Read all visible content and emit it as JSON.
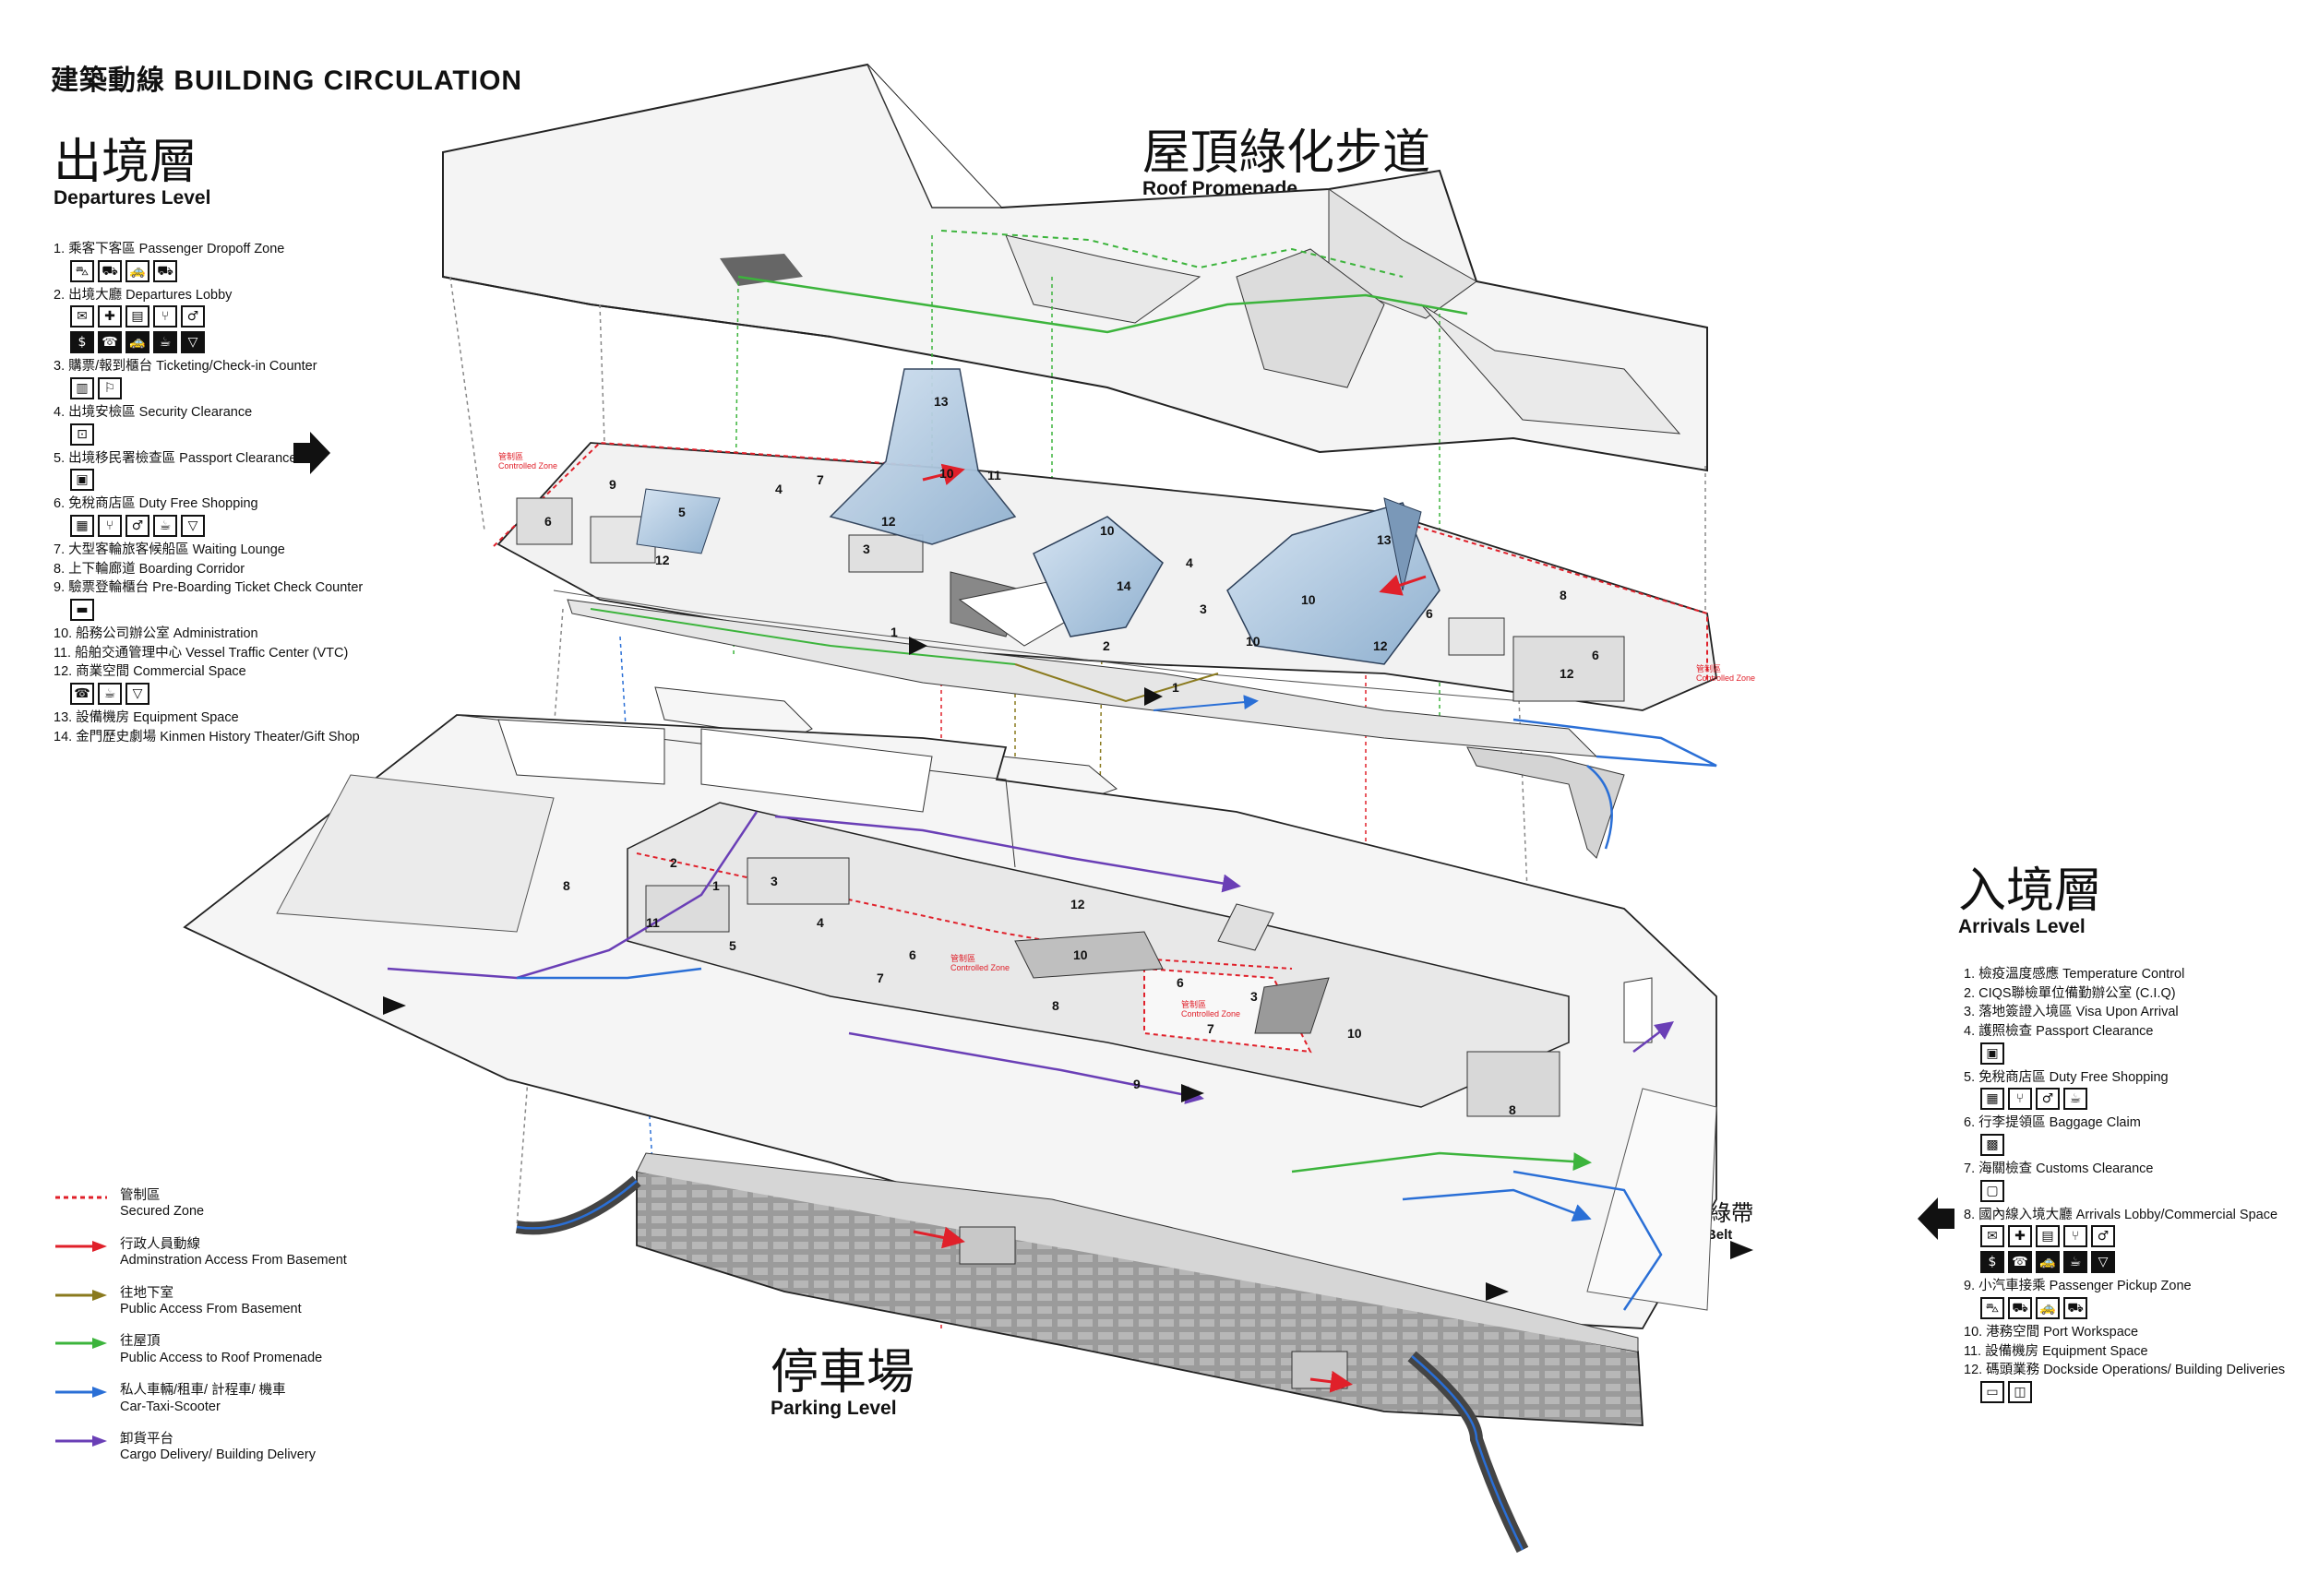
{
  "title": "建築動線 BUILDING CIRCULATION",
  "departures": {
    "cn": "出境層",
    "en": "Departures Level",
    "items": [
      {
        "label": "1. 乘客下客區  Passenger Dropoff Zone",
        "icons": [
          "car-side-icon",
          "car-icon",
          "taxi-icon",
          "bus-icon"
        ]
      },
      {
        "label": "2. 出境大廳  Departures Lobby",
        "icons": [
          "mail-icon",
          "first-aid-icon",
          "atm-icon",
          "restaurant-icon",
          "restroom-icon",
          "currency-icon",
          "phone-icon",
          "taxi-icon",
          "cafe-icon",
          "bar-icon"
        ]
      },
      {
        "label": "3. 購票/報到櫃台  Ticketing/Check-in Counter",
        "icons": [
          "counter-icon",
          "checkin-icon"
        ]
      },
      {
        "label": "4. 出境安檢區  Security Clearance",
        "icons": [
          "security-icon"
        ]
      },
      {
        "label": "5. 出境移民署檢查區  Passport Clearance",
        "icons": [
          "passport-icon"
        ]
      },
      {
        "label": "6. 免稅商店區  Duty Free Shopping",
        "icons": [
          "shop-icon",
          "restaurant-icon",
          "restroom-icon",
          "cafe-icon",
          "bar-icon"
        ]
      },
      {
        "label": "7. 大型客輪旅客候船區  Waiting Lounge",
        "icons": []
      },
      {
        "label": "8. 上下輪廊道  Boarding Corridor",
        "icons": []
      },
      {
        "label": "9. 驗票登輪櫃台  Pre-Boarding Ticket Check Counter",
        "icons": [
          "ticket-icon"
        ]
      },
      {
        "label": "10. 船務公司辦公室  Administration",
        "icons": []
      },
      {
        "label": "11. 船舶交通管理中心  Vessel Traffic Center (VTC)",
        "icons": []
      },
      {
        "label": "12. 商業空間  Commercial Space",
        "icons": [
          "phone-icon",
          "cafe-icon",
          "bar-icon"
        ]
      },
      {
        "label": "13. 設備機房  Equipment Space",
        "icons": []
      },
      {
        "label": "14. 金門歷史劇場  Kinmen History Theater/Gift Shop",
        "icons": []
      }
    ]
  },
  "roof": {
    "cn": "屋頂綠化步道",
    "en": "Roof Promenade"
  },
  "arrivals": {
    "cn": "入境層",
    "en": "Arrivals Level",
    "items": [
      {
        "label": "1. 檢疫溫度感應  Temperature Control",
        "icons": []
      },
      {
        "label": "2. CIQS聯檢單位備勤辦公室 (C.I.Q)",
        "icons": []
      },
      {
        "label": "3. 落地簽證入境區 Visa Upon Arrival",
        "icons": []
      },
      {
        "label": "4. 護照檢查  Passport Clearance",
        "icons": [
          "passport-icon"
        ]
      },
      {
        "label": "5. 免稅商店區  Duty Free Shopping",
        "icons": [
          "shop-icon",
          "restaurant-icon",
          "restroom-icon",
          "cafe-icon"
        ]
      },
      {
        "label": "6. 行李提領區  Baggage Claim",
        "icons": [
          "baggage-icon"
        ]
      },
      {
        "label": "7. 海關檢查  Customs Clearance",
        "icons": [
          "customs-icon"
        ]
      },
      {
        "label": "8. 國內線入境大廳  Arrivals Lobby/Commercial Space",
        "icons": [
          "mail-icon",
          "first-aid-icon",
          "atm-icon",
          "restaurant-icon",
          "restroom-icon",
          "currency-icon",
          "phone-icon",
          "taxi-icon",
          "cafe-icon",
          "bar-icon"
        ]
      },
      {
        "label": "9. 小汽車接乘  Passenger Pickup Zone",
        "icons": [
          "car-side-icon",
          "car-icon",
          "taxi-icon",
          "bus-icon"
        ]
      },
      {
        "label": "10. 港務空間  Port Workspace",
        "icons": []
      },
      {
        "label": "11. 設備機房  Equipment Space",
        "icons": []
      },
      {
        "label": "12. 碼頭業務  Dockside Operations/ Building Deliveries",
        "icons": [
          "truck-icon",
          "delivery-icon"
        ]
      }
    ]
  },
  "parking": {
    "cn": "停車場",
    "en": "Parking Level"
  },
  "green_belt": {
    "cn": "往景觀綠帶",
    "en": "To Green Belt"
  },
  "controlled_zone": {
    "cn": "管制區",
    "en": "Controlled Zone"
  },
  "key": [
    {
      "cn": "管制區",
      "en": "Secured Zone",
      "color": "#e0202a",
      "style": "dashed"
    },
    {
      "cn": "行政人員動線",
      "en": "Adminstration Access From Basement",
      "color": "#e0202a",
      "style": "arrow"
    },
    {
      "cn": "往地下室",
      "en": "Public Access From Basement",
      "color": "#8a7a1e",
      "style": "arrow"
    },
    {
      "cn": "往屋頂",
      "en": "Public Access to Roof Promenade",
      "color": "#3cb43c",
      "style": "arrow"
    },
    {
      "cn": "私人車輛/租車/ 計程車/ 機車",
      "en": "Car-Taxi-Scooter",
      "color": "#2a6fd6",
      "style": "arrow"
    },
    {
      "cn": "卸貨平台",
      "en": "Cargo Delivery/ Building Delivery",
      "color": "#6a3fb6",
      "style": "arrow"
    }
  ],
  "icon_glyphs": {
    "car-side-icon": "⛍",
    "car-icon": "⛟",
    "taxi-icon": "🚕",
    "bus-icon": "⛟",
    "mail-icon": "✉",
    "first-aid-icon": "✚",
    "atm-icon": "▤",
    "restaurant-icon": "⑂",
    "restroom-icon": "♂",
    "currency-icon": "$",
    "phone-icon": "☎",
    "cafe-icon": "☕",
    "bar-icon": "▽",
    "counter-icon": "▥",
    "checkin-icon": "⚐",
    "security-icon": "⊡",
    "passport-icon": "▣",
    "shop-icon": "▦",
    "ticket-icon": "▬",
    "baggage-icon": "▩",
    "customs-icon": "▢",
    "truck-icon": "▭",
    "delivery-icon": "◫"
  }
}
